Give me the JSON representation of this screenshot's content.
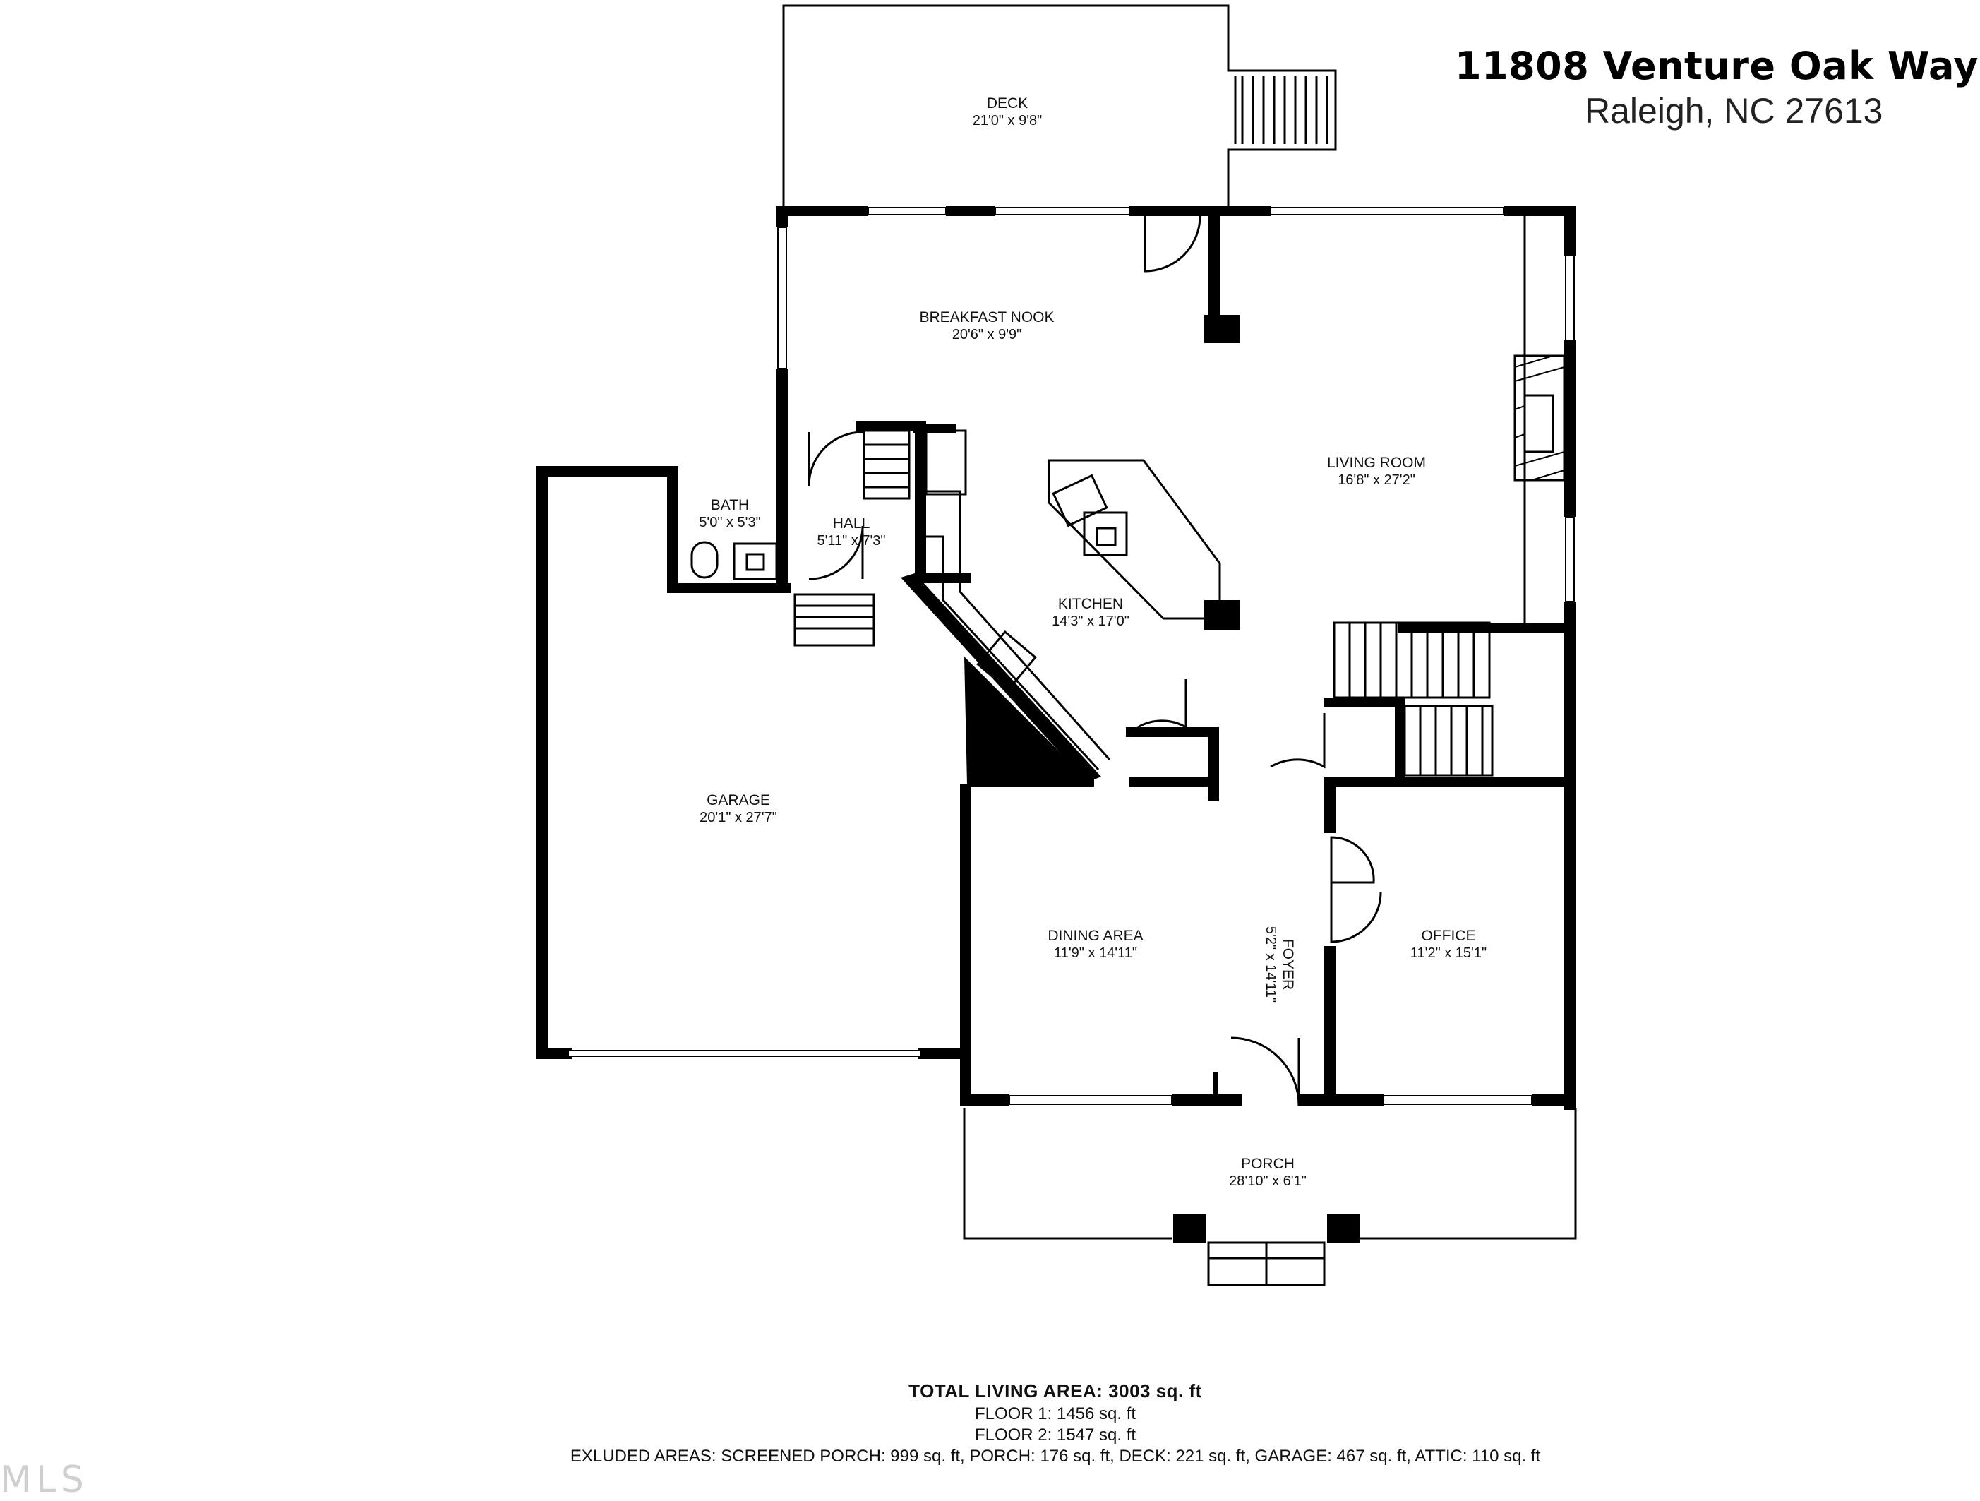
{
  "address": {
    "street": "11808 Venture Oak Way",
    "city_state_zip": "Raleigh, NC 27613"
  },
  "rooms": [
    {
      "id": "deck",
      "name": "DECK",
      "dims": "21'0\" x 9'8\""
    },
    {
      "id": "breakfast-nook",
      "name": "BREAKFAST NOOK",
      "dims": "20'6\" x 9'9\""
    },
    {
      "id": "living-room",
      "name": "LIVING ROOM",
      "dims": "16'8\" x 27'2\""
    },
    {
      "id": "bath",
      "name": "BATH",
      "dims": "5'0\" x 5'3\""
    },
    {
      "id": "hall",
      "name": "HALL",
      "dims": "5'11\" x 7'3\""
    },
    {
      "id": "kitchen",
      "name": "KITCHEN",
      "dims": "14'3\" x 17'0\""
    },
    {
      "id": "garage",
      "name": "GARAGE",
      "dims": "20'1\" x 27'7\""
    },
    {
      "id": "dining-area",
      "name": "DINING AREA",
      "dims": "11'9\" x 14'11\""
    },
    {
      "id": "foyer",
      "name": "FOYER",
      "dims": "5'2\" x 14'11\""
    },
    {
      "id": "office",
      "name": "OFFICE",
      "dims": "11'2\" x 15'1\""
    },
    {
      "id": "porch",
      "name": "PORCH",
      "dims": "28'10\" x 6'1\""
    }
  ],
  "summary": {
    "total_living_area": "TOTAL LIVING AREA: 3003 sq. ft",
    "floor1": "FLOOR 1: 1456 sq. ft",
    "floor2": "FLOOR 2: 1547 sq. ft",
    "excluded": "EXLUDED AREAS: SCREENED PORCH: 999 sq. ft, PORCH: 176 sq. ft, DECK: 221 sq. ft, GARAGE: 467 sq. ft, ATTIC: 110 sq. ft"
  },
  "logo_text": "MLS"
}
